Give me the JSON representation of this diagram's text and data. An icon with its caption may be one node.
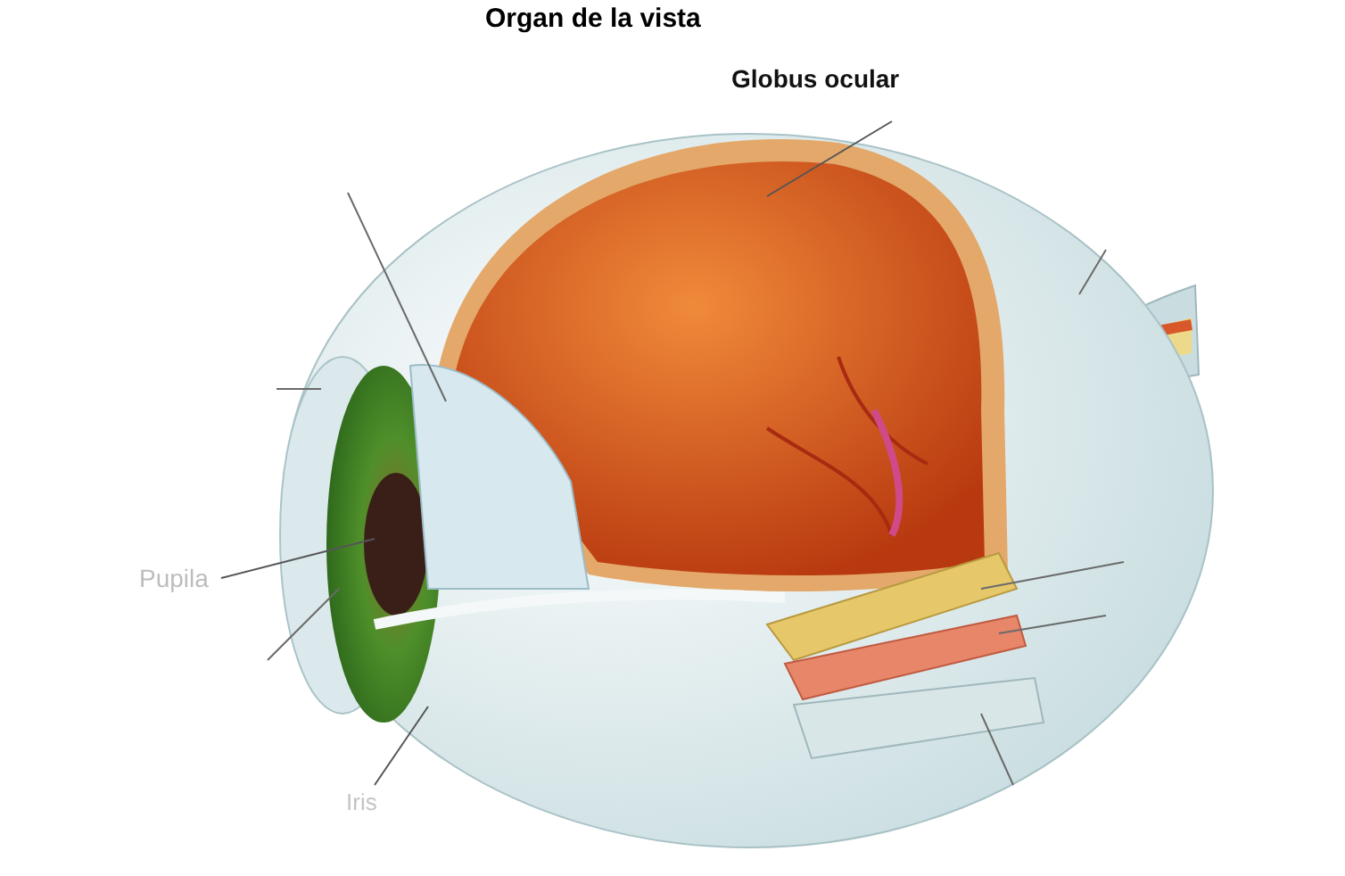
{
  "diagram": {
    "title": "Organ de la vista",
    "nodes": [
      {
        "text": [
          "Globus ocular"
        ]
      },
      {
        "text": [
          "Pupila"
        ]
      },
      {
        "text": [
          "Iris"
        ]
      }
    ],
    "edges": [
      {
        "from": 0,
        "to": null,
        "arrow": "none"
      },
      {
        "from": 1,
        "to": null,
        "arrow": "none"
      },
      {
        "from": 2,
        "to": null,
        "arrow": "none"
      }
    ]
  }
}
